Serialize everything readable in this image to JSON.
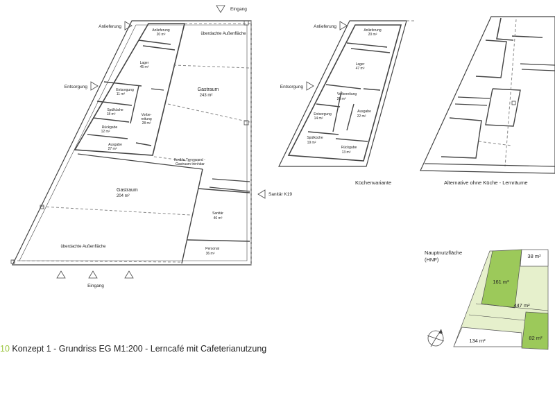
{
  "caption": {
    "number": "10",
    "text": "Konzept 1 - Grundriss EG M1:200 - Lerncafé mit Cafeterianutzung"
  },
  "plan1": {
    "labels": {
      "eingang_top": "Eingang",
      "anlieferung": "Anlieferung",
      "entsorgung": "Entsorgung",
      "sanitaer_k19": "Sanitär K19",
      "eingang_bottom": "Eingang"
    },
    "rooms": {
      "anlieferung": {
        "name": "Anlieferung",
        "area": "20 m²"
      },
      "ueberdachte_top": {
        "name": "überdachte Außenfläche"
      },
      "lager": {
        "name": "Lager",
        "area": "45 m²"
      },
      "entsorgung": {
        "name": "Entsorgung",
        "area": "11 m²"
      },
      "spuelkueche": {
        "name": "Spülküche",
        "area": "18 m²"
      },
      "vorbereitung": {
        "line1": "Vorbe-",
        "line2": "reitung",
        "area": "28 m²"
      },
      "rueckgabe": {
        "name": "Rückgabe",
        "area": "12 m²"
      },
      "ausgabe": {
        "name": "Ausgabe",
        "area": "27 m²"
      },
      "gastraum_top": {
        "name": "Gastraum",
        "area": "243 m²"
      },
      "trennwand": {
        "line1": "flexible Trennwand -",
        "line2": "Gastraum trennbar"
      },
      "gastraum_bottom": {
        "name": "Gastraum",
        "area": "204 m²"
      },
      "sanitaer": {
        "name": "Sanitär",
        "area": "46 m²"
      },
      "personal": {
        "name": "Personal",
        "area": "36 m²"
      },
      "ueberdachte_bottom": {
        "name": "überdachte Außenfläche"
      }
    }
  },
  "plan2": {
    "labels": {
      "anlieferung": "Anlieferung",
      "entsorgung": "Entsorgung",
      "title": "Küchenvariante"
    },
    "rooms": {
      "anlieferung": {
        "name": "Anlieferung",
        "area": "20 m²"
      },
      "lager": {
        "name": "Lager",
        "area": "47 m²"
      },
      "vorbereitung": {
        "name": "Vorbereitung",
        "area": "26 m²"
      },
      "entsorgung": {
        "name": "Entsorgung",
        "area": "14 m²"
      },
      "ausgabe": {
        "name": "Ausgabe",
        "area": "22 m²"
      },
      "spuelkueche": {
        "name": "Spülküche",
        "area": "19 m²"
      },
      "rueckgabe": {
        "name": "Rückgabe",
        "area": "13 m²"
      }
    }
  },
  "plan3": {
    "title": "Alternative ohne Küche - Lernräume"
  },
  "hnf": {
    "title_line1": "Nauptnutzfläche",
    "title_line2": "(HNF)",
    "areas": {
      "a38": "38 m²",
      "a161": "161 m²",
      "a447": "447 m²",
      "a82": "82 m²",
      "a134": "134 m²"
    },
    "colors": {
      "dark_green": "#9cc95a",
      "light_green": "#e6f0cc",
      "white": "#ffffff",
      "outline": "#555555"
    }
  },
  "colors": {
    "caption_number": "#9bc53d"
  }
}
